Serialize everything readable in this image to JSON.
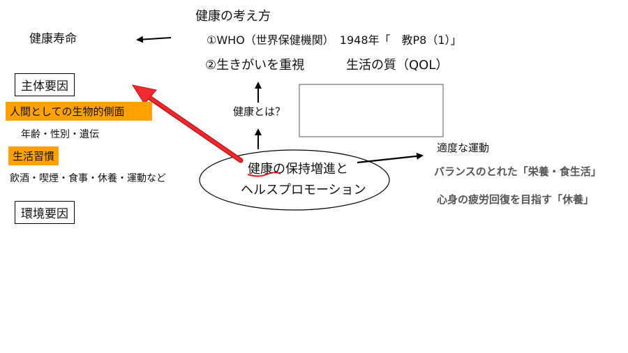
{
  "title": "健康の考え方",
  "who_line": "①WHO（世界保健機関）　1948年「　教P8（1）」",
  "ikigai_line": "②生きがいを重視",
  "qol_line": "生活の質（QOL）",
  "lifespan": "健康寿命",
  "subject_factor": "主体要因",
  "bio_aspect": "人間としての生物的側面",
  "bio_detail": "年齢・性別・遺伝",
  "habits": "生活習慣",
  "habits_detail": "飲酒・喫煙・食事・休養・運動など",
  "env_factor": "環境要因",
  "what_is_health": "健康とは？",
  "ellipse_line1_a": "健康",
  "ellipse_line1_b": "の保持増進と",
  "ellipse_line2": "ヘルスプロモーション",
  "exercise": "適度な運動",
  "nutrition": "バランスのとれた「栄養・食生活」",
  "rest": "心身の疲労回復を目指す「休養」",
  "colors": {
    "orange": "#ffa100",
    "red_arrow": "#e8191e",
    "underline": "#e8191e"
  }
}
